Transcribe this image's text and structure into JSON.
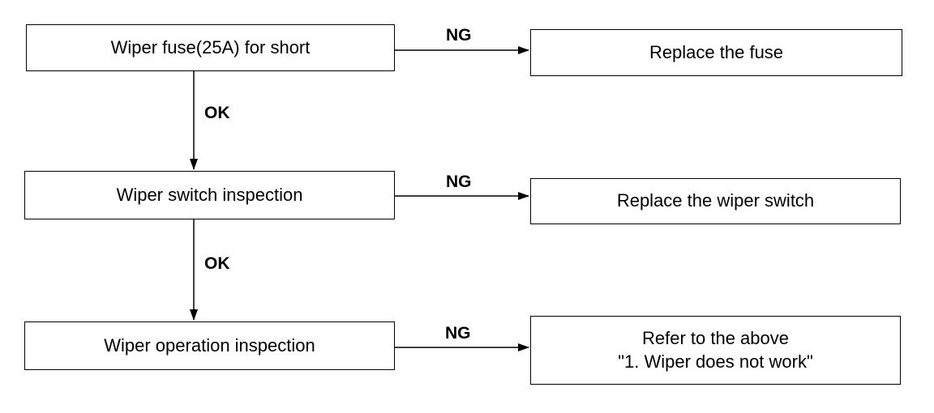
{
  "steps": [
    {
      "check": "Wiper fuse(25A) for short",
      "ng_label": "NG",
      "ok_label": "OK",
      "result_lines": [
        "Replace the fuse"
      ]
    },
    {
      "check": "Wiper switch inspection",
      "ng_label": "NG",
      "ok_label": "OK",
      "result_lines": [
        "Replace the wiper switch"
      ]
    },
    {
      "check": "Wiper operation inspection",
      "ng_label": "NG",
      "result_lines": [
        "Refer to the above",
        "\"1. Wiper does not work\""
      ]
    }
  ]
}
